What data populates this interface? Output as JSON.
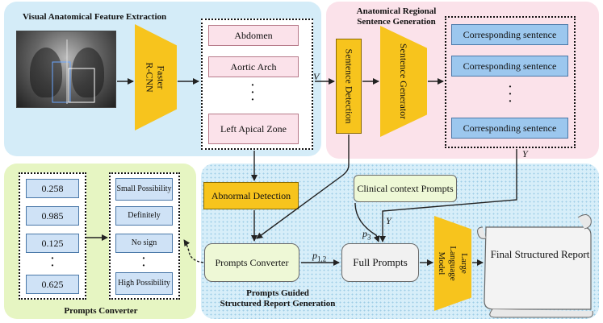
{
  "panels": {
    "visual_title": "Visual Anatomical Feature Extraction",
    "anatomical_title_line1": "Anatomical Regional",
    "anatomical_title_line2": "Sentence Generation",
    "converter_title": "Prompts Converter",
    "guided_title_line1": "Prompts Guided",
    "guided_title_line2": "Structured Report Generation"
  },
  "visual": {
    "faster_rcnn_line1": "Faster",
    "faster_rcnn_line2": "R-CNN",
    "regions": [
      "Abdomen",
      "Aortic Arch",
      "Left Apical Zone"
    ],
    "v_label": "V"
  },
  "anatomical": {
    "sentence_detection": "Sentence Detection",
    "sentence_generator": "Sentence Generator",
    "sentences": [
      "Corresponding sentence",
      "Corresponding sentence",
      "Corresponding sentence"
    ],
    "y_label": "Y"
  },
  "converter": {
    "values": [
      "0.258",
      "0.985",
      "0.125",
      "0.625"
    ],
    "prompts": [
      "Small Possibility",
      "Definitely",
      "No sign",
      "High Possibility"
    ]
  },
  "guided": {
    "abnormal_detection": "Abnormal Detection",
    "clinical_context": "Clinical context Prompts",
    "prompts_converter": "Prompts Converter",
    "p12_base": "p",
    "p12_sub": "1,2",
    "p3_base": "p",
    "p3_sub": "3",
    "y_label": "Y",
    "full_prompts": "Full Prompts",
    "llm": "Large Language Model",
    "final_report": "Final Structured Report"
  },
  "colors": {
    "visual_panel": "#d4ecf8",
    "anatomical_panel": "#fbe2ea",
    "converter_panel": "#e6f5c2",
    "guided_panel": "#d7eef9",
    "module_yellow": "#f7c41d",
    "sentence_blue": "#9cc7ee"
  }
}
